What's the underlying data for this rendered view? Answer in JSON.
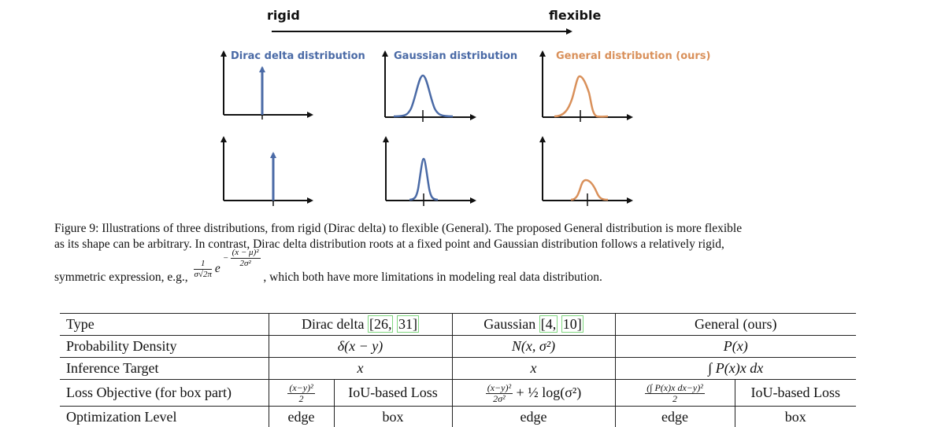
{
  "figure": {
    "axis_left_label": "rigid",
    "axis_right_label": "flexible",
    "distributions": [
      {
        "title": "Dirac delta distribution",
        "color": "#4a6aa6",
        "shape": "impulse"
      },
      {
        "title": "Gaussian distribution",
        "color": "#4a6aa6",
        "shape": "symmetric-bell"
      },
      {
        "title": "General distribution (ours)",
        "color": "#d9905a",
        "shape": "arbitrary"
      }
    ]
  },
  "caption": {
    "line1": "Figure 9: Illustrations of three distributions, from rigid (Dirac delta) to flexible (General). The proposed General distribution is more flexible",
    "line2": "as its shape can be arbitrary.  In contrast, Dirac delta distribution roots at a fixed point and Gaussian distribution follows a relatively rigid,",
    "line3_prefix": "symmetric expression, e.g.,",
    "formula_coef_num": "1",
    "formula_coef_den": "σ√2π",
    "formula_base": "e",
    "formula_exp_num": "(x − μ)²",
    "formula_exp_den": "2σ²",
    "formula_exp_sign": "−",
    "line3_suffix": ", which both have more limitations in modeling real data distribution."
  },
  "table": {
    "header": {
      "label": "Type",
      "dirac": "Dirac delta ",
      "dirac_cite1": "[26,",
      "dirac_cite2": "31]",
      "gaussian": "Gaussian ",
      "gaussian_cite1": "[4,",
      "gaussian_cite2": "10]",
      "general": "General (ours)"
    },
    "rows": {
      "density": {
        "label": "Probability Density",
        "dirac": "δ(x − y)",
        "gaussian": "N(x, σ²)",
        "general": "P(x)"
      },
      "inference": {
        "label": "Inference Target",
        "dirac": "x",
        "gaussian": "x",
        "general": "∫ P(x)x dx"
      },
      "loss": {
        "label": "Loss Objective (for box part)",
        "dirac_edge_num": "(x−y)²",
        "dirac_edge_den": "2",
        "dirac_box": "IoU-based Loss",
        "gaussian_num": "(x−y)²",
        "gaussian_den": "2σ²",
        "gaussian_rest": " + ½ log(σ²)",
        "general_edge_num": "(∫ P(x)x dx−y)²",
        "general_edge_den": "2",
        "general_box": "IoU-based Loss"
      },
      "optimization": {
        "label": "Optimization Level",
        "dirac_edge": "edge",
        "dirac_box": "box",
        "gaussian": "edge",
        "general_edge": "edge",
        "general_box": "box"
      }
    }
  }
}
